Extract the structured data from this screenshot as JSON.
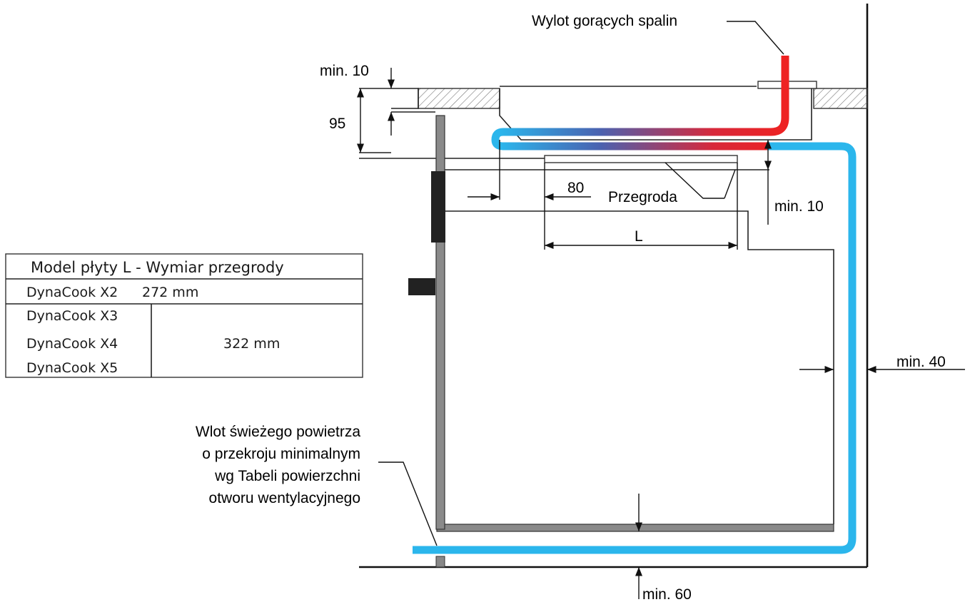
{
  "labels": {
    "hot_exhaust": "Wylot gorących spalin",
    "top_gap": "min. 10",
    "height": "95",
    "offset": "80",
    "partition": "Przegroda",
    "partition_gap": "min. 10",
    "partition_length": "L",
    "side_gap": "min. 40",
    "bottom_gap": "min. 60",
    "fresh_air": [
      "Wlot świeżego powietrza",
      "o przekroju minimalnym",
      "wg Tabeli powierzchni",
      "otworu wentylacyjnego"
    ]
  },
  "table": {
    "header": "Model płyty  L - Wymiar przegrody",
    "rows": [
      {
        "models": [
          "DynaCook X2"
        ],
        "value": "272 mm"
      },
      {
        "models": [
          "DynaCook X3",
          "DynaCook X4",
          "DynaCook X5"
        ],
        "value": "322 mm"
      }
    ]
  },
  "colors": {
    "cold_air": "#2bb6ec",
    "hot_air": "#ee2222",
    "mid_air": "#4a62b0",
    "hatch": "#888888"
  }
}
